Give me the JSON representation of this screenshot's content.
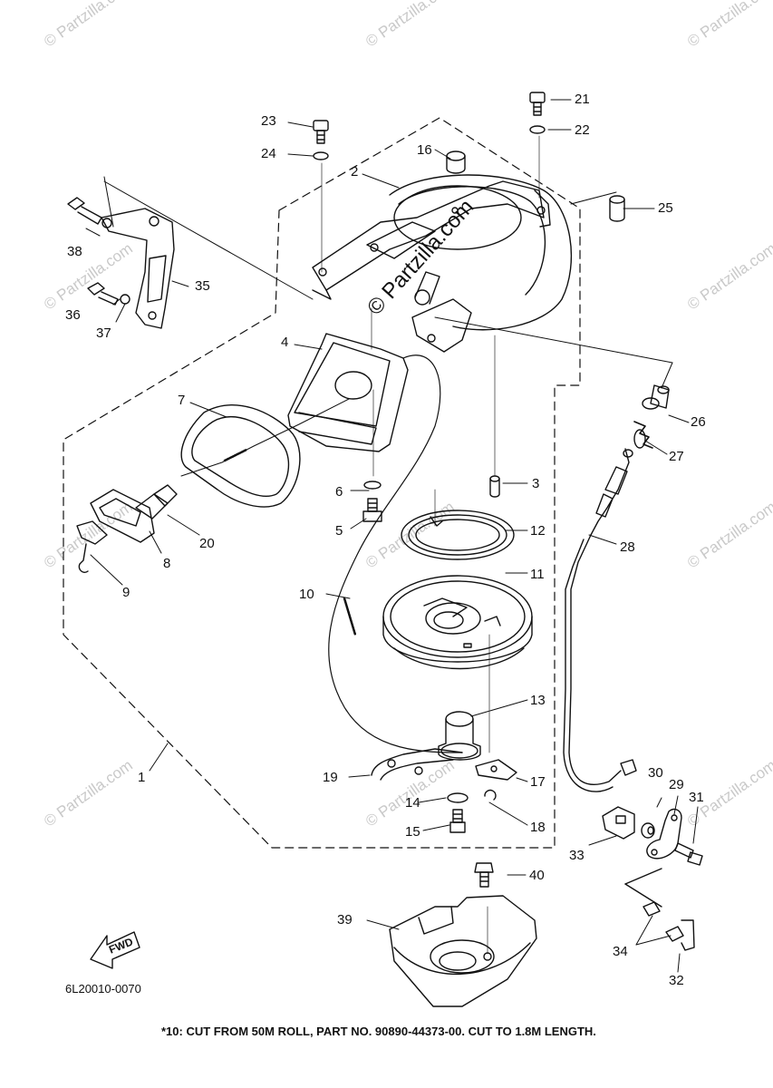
{
  "watermark": "© Partzilla.com",
  "center_watermark": "© Partzilla.com",
  "diagram_code": "6L20010-0070",
  "footnote": "*10: CUT FROM 50M ROLL, PART NO. 90890-44373-00. CUT TO 1.8M LENGTH.",
  "fwd_label": "FWD",
  "callouts": [
    "1",
    "2",
    "3",
    "4",
    "5",
    "6",
    "7",
    "8",
    "9",
    "10",
    "11",
    "12",
    "13",
    "14",
    "15",
    "16",
    "17",
    "18",
    "19",
    "20",
    "21",
    "22",
    "23",
    "24",
    "25",
    "26",
    "27",
    "28",
    "29",
    "30",
    "31",
    "32",
    "33",
    "34",
    "35",
    "36",
    "37",
    "38",
    "39",
    "40"
  ]
}
